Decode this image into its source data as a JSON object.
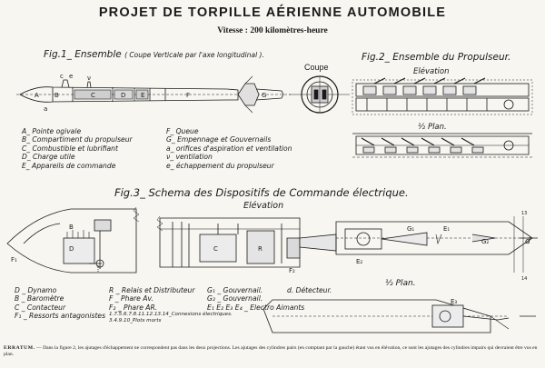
{
  "title": "PROJET DE TORPILLE AÉRIENNE AUTOMOBILE",
  "subtitle": "Vitesse : 200 kilomètres-heure",
  "fig1": {
    "title": "Fig.1_ Ensemble",
    "note": "( Coupe Verticale par l'axe longitudinal ).",
    "part_labels": [
      "A",
      "B",
      "C",
      "D",
      "E",
      "F",
      "G"
    ],
    "marks": [
      "c",
      "e",
      "ν",
      "a"
    ],
    "legend_left": [
      "A_ Pointe ogivale",
      "B_ Compartiment du propulseur",
      "C_ Combustible et lubrifiant",
      "D_ Charge utile",
      "E_ Appareils de commande"
    ],
    "legend_right": [
      "F_ Queue",
      "G_ Empennage et Gouvernails",
      "a_ orifices d'aspiration et ventilation",
      "ν_ ventilation",
      "e_ échappement du propulseur"
    ]
  },
  "coupe": {
    "label": "Coupe"
  },
  "fig2": {
    "title": "Fig.2_ Ensemble du Propulseur.",
    "elevation": "Elévation",
    "plan": "½ Plan."
  },
  "fig3": {
    "title": "Fig.3_ Schema des Dispositifs de Commande électrique.",
    "elevation": "Elévation",
    "plan": "½ Plan.",
    "diagram_labels": [
      "D",
      "B",
      "F₁",
      "C",
      "R",
      "F₂",
      "G₁",
      "G₂",
      "E₁",
      "E₂",
      "E₃",
      "d",
      "13",
      "14"
    ],
    "legend_col1": [
      "D _ Dynamo",
      "B _ Baromètre",
      "C _ Contacteur",
      "F₁ _ Ressorts antagonistes"
    ],
    "legend_col2": [
      "R _ Relais et Distributeur",
      "F _ Phare Av.",
      "F₂ _ Phare AR.",
      "1.7.5.6.7.8.11.12.13.14_Connexions électriques.",
      "3.4.9.10_Plots morts"
    ],
    "legend_col3": [
      "G₁ _ Gouvernail.",
      "G₂ _ Gouvernail.",
      "E₁ E₂ E₃ E₄ _ Electro Aimants"
    ],
    "legend_col4": [
      "d. Détecteur."
    ]
  },
  "errata": {
    "label": "ERRATUM.",
    "text": "— Dans la figure 2, les ajutages d'échappement ne correspondent pas dans les deux projections. Les ajutages des cylindres pairs (en comptant par la gauche) étant vus en élévation, ce sont les ajutages des cylindres impairs qui devraient être vus en plan."
  }
}
